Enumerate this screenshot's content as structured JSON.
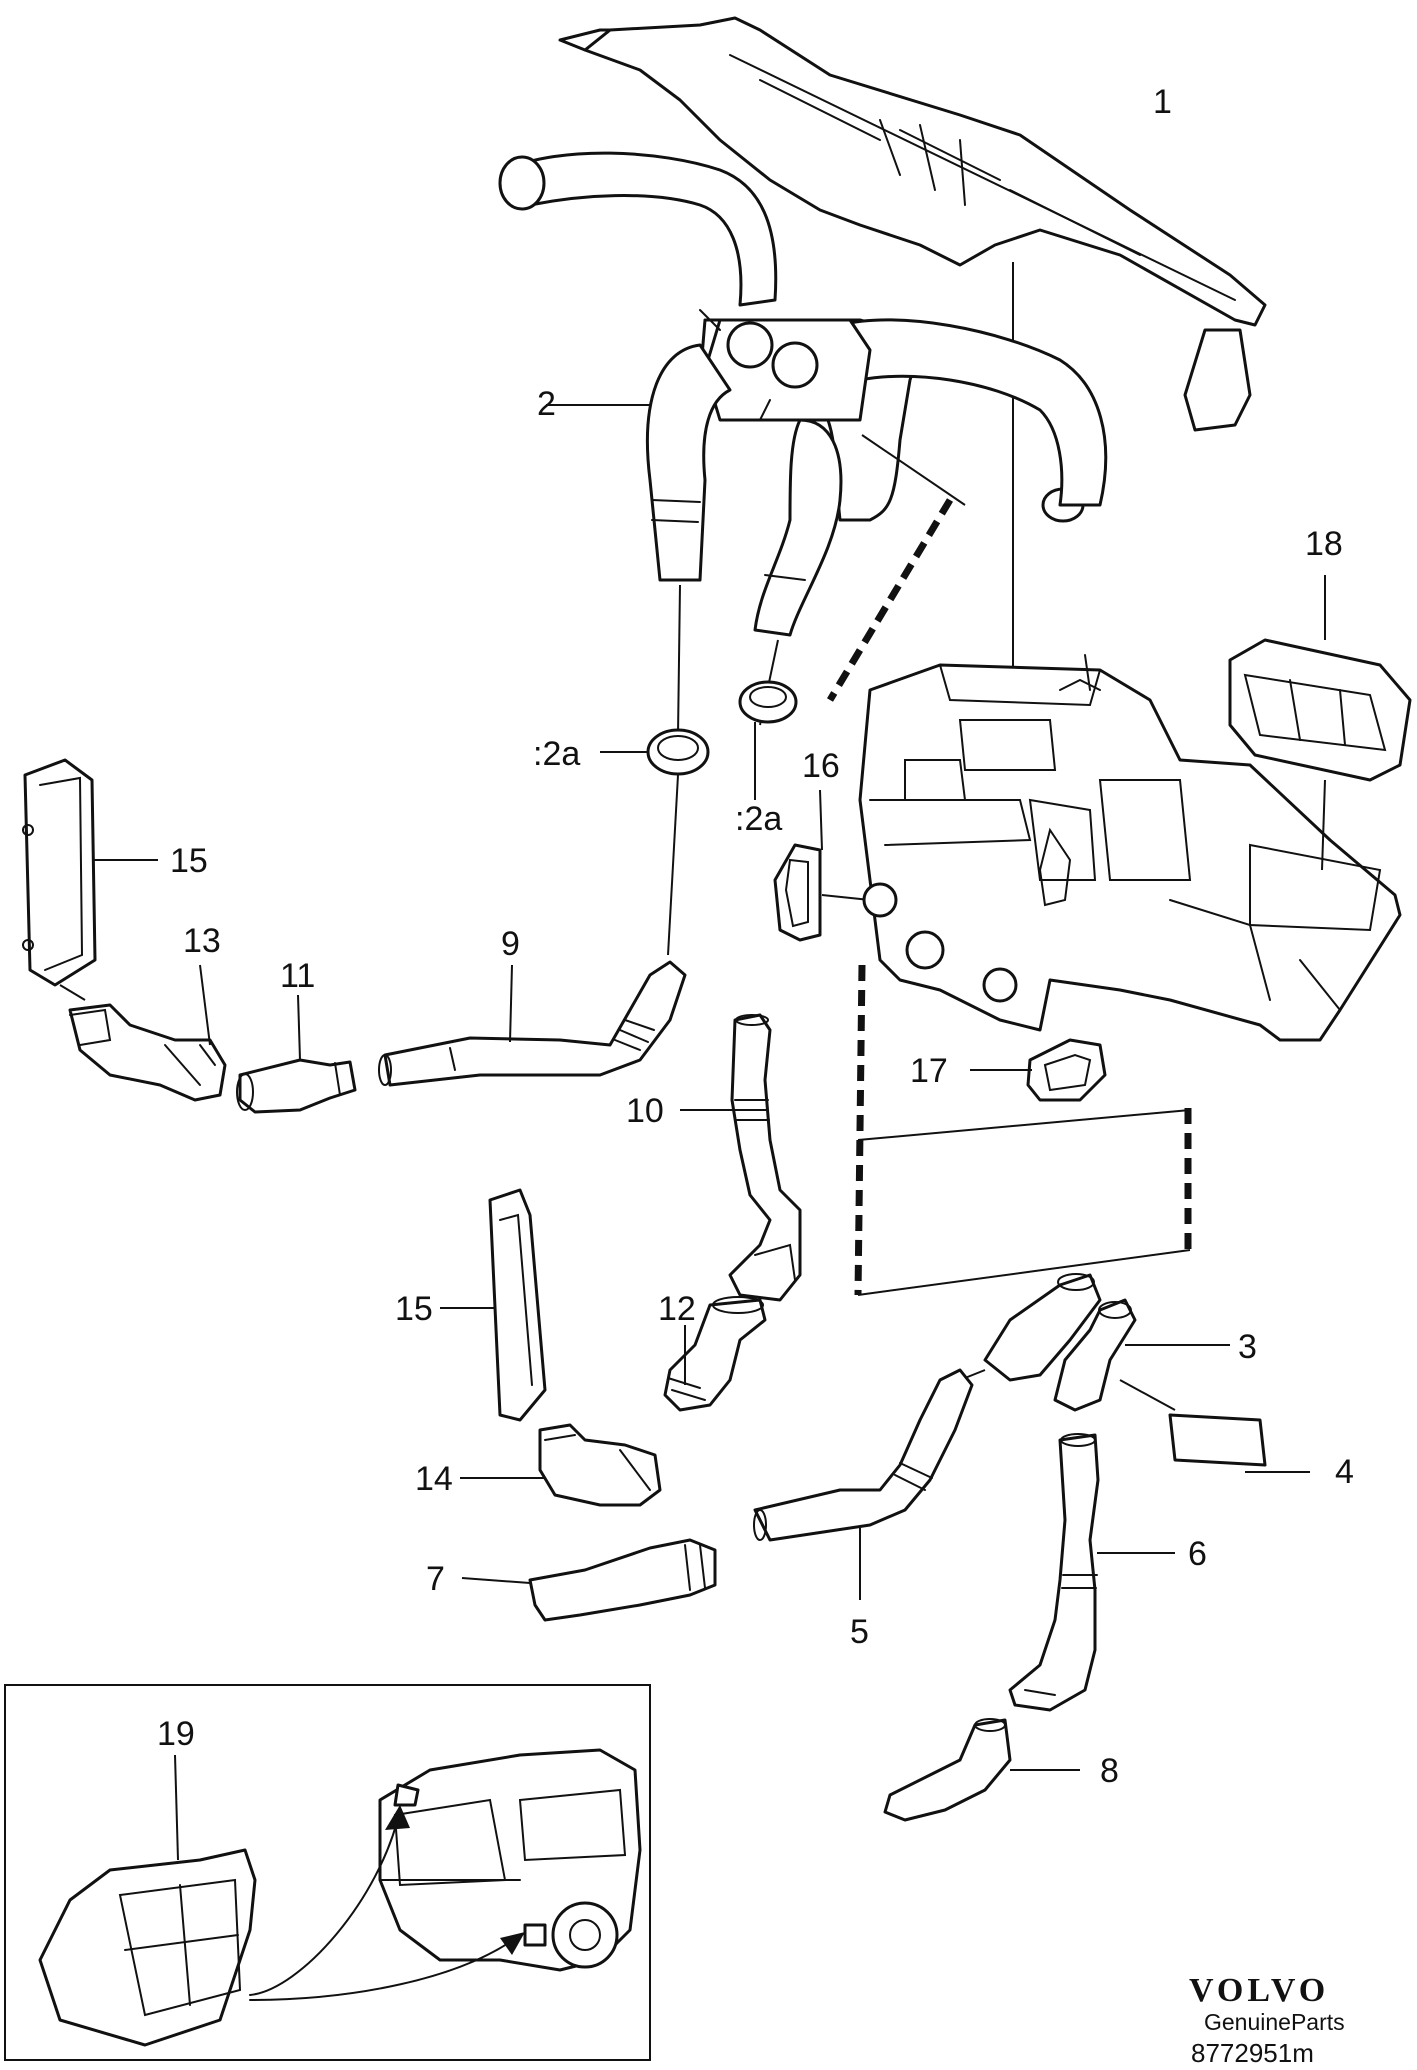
{
  "callouts": {
    "c1": "1",
    "c2": "2",
    "c2a_left": ":2a",
    "c2a_right": ":2a",
    "c3": "3",
    "c4": "4",
    "c5": "5",
    "c6": "6",
    "c7": "7",
    "c8": "8",
    "c9": "9",
    "c10": "10",
    "c11": "11",
    "c12": "12",
    "c13": "13",
    "c14": "14",
    "c15_upper": "15",
    "c15_lower": "15",
    "c16": "16",
    "c17": "17",
    "c18": "18",
    "c19": "19"
  },
  "brand": {
    "logo_text": "VOLVO",
    "subtitle": "GenuineParts",
    "document_number": "8772951m"
  }
}
